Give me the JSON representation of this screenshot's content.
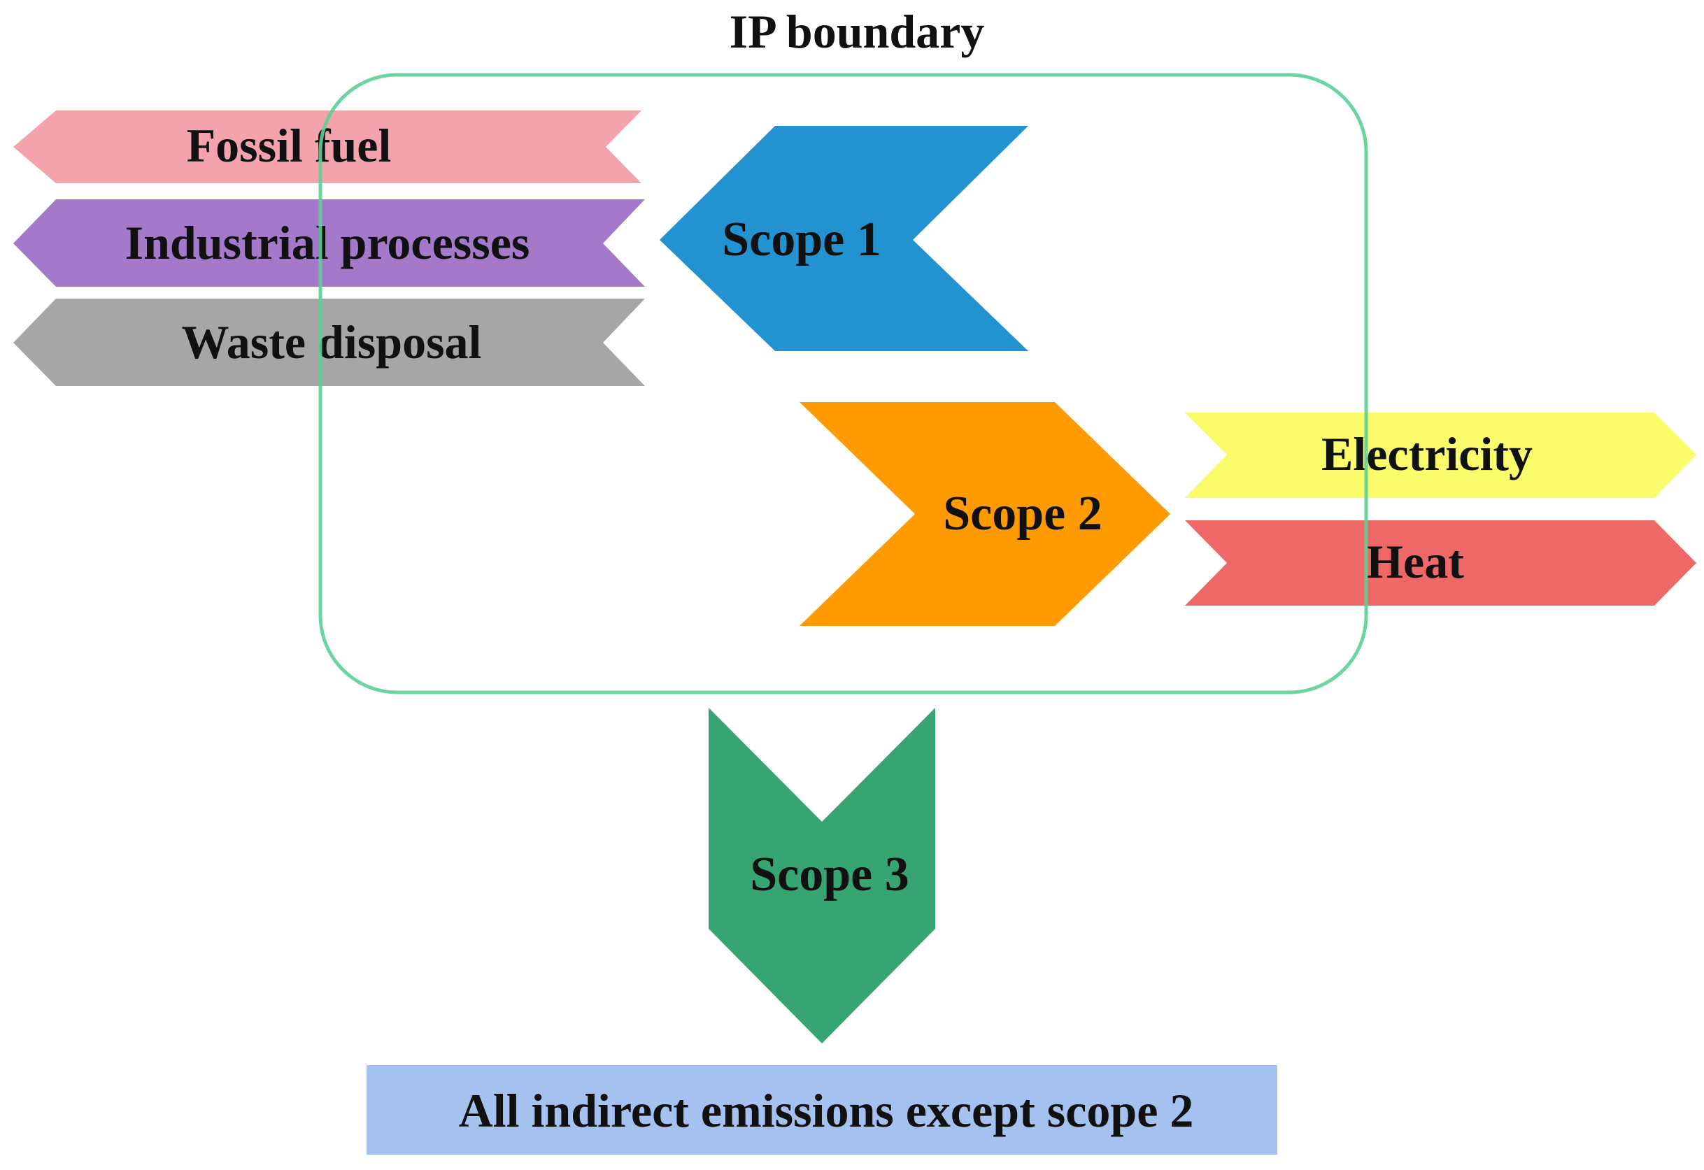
{
  "diagram": {
    "title": "IP boundary",
    "boundary_color": "#5ccf96",
    "sources": [
      {
        "label": "Fossil fuel",
        "color": "#f4a2ab"
      },
      {
        "label": "Industrial processes",
        "color": "#a479ca"
      },
      {
        "label": "Waste disposal",
        "color": "#a6a6a6"
      }
    ],
    "scope1": {
      "label": "Scope 1",
      "color": "#2293d0"
    },
    "scope2": {
      "label": "Scope 2",
      "color": "#ff9a00"
    },
    "scope2_sources": [
      {
        "label": "Electricity",
        "color": "#fbfc6c"
      },
      {
        "label": "Heat",
        "color": "#ef6868"
      }
    ],
    "scope3": {
      "label": "Scope 3",
      "color": "#36a572"
    },
    "scope3_note": {
      "label": "All indirect emissions except scope 2",
      "color": "#a4c1ef"
    }
  }
}
